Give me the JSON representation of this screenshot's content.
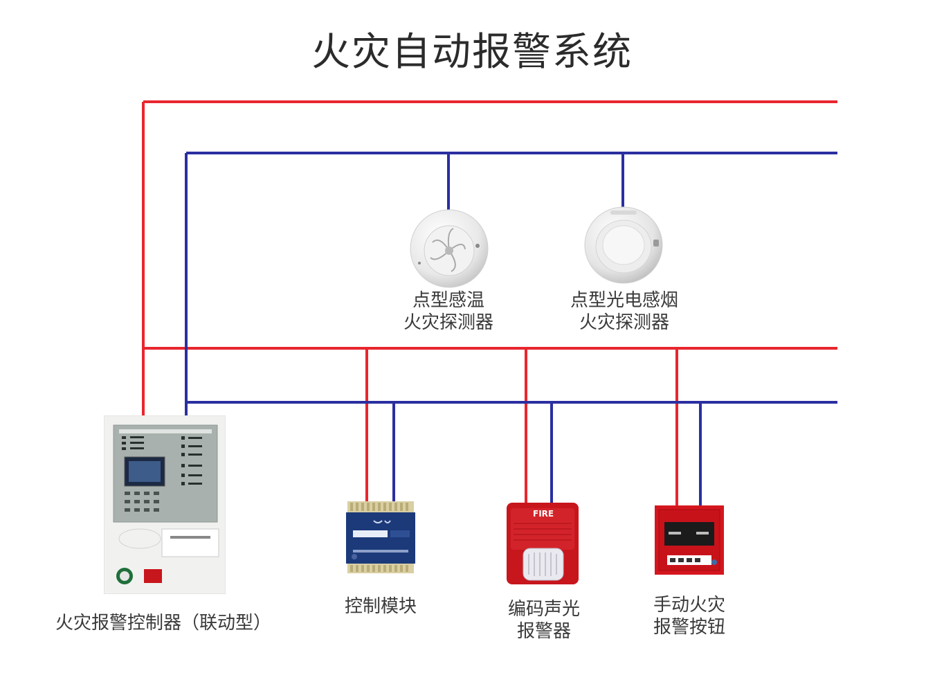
{
  "title": "火灾自动报警系统",
  "colors": {
    "power_line": "#e8262e",
    "signal_line": "#2b2fa0",
    "panel": "#f3f4f2",
    "alarm_red": "#c8161d"
  },
  "devices": {
    "heat_detector": {
      "icon": "heat-detector-icon",
      "label_lines": [
        "点型感温",
        "火灾探测器"
      ]
    },
    "smoke_detector": {
      "icon": "smoke-detector-icon",
      "label_lines": [
        "点型光电感烟",
        "火灾探测器"
      ]
    },
    "controller": {
      "icon": "fire-alarm-controller-icon",
      "label_lines": [
        "火灾报警控制器（联动型）"
      ]
    },
    "control_module": {
      "icon": "control-module-icon",
      "label_lines": [
        "控制模块"
      ]
    },
    "sounder_strobe": {
      "icon": "sounder-strobe-icon",
      "label_lines": [
        "编码声光",
        "报警器"
      ],
      "badge_text": "FIRE"
    },
    "manual_call_point": {
      "icon": "manual-call-point-icon",
      "label_lines": [
        "手动火灾",
        "报警按钮"
      ]
    }
  }
}
